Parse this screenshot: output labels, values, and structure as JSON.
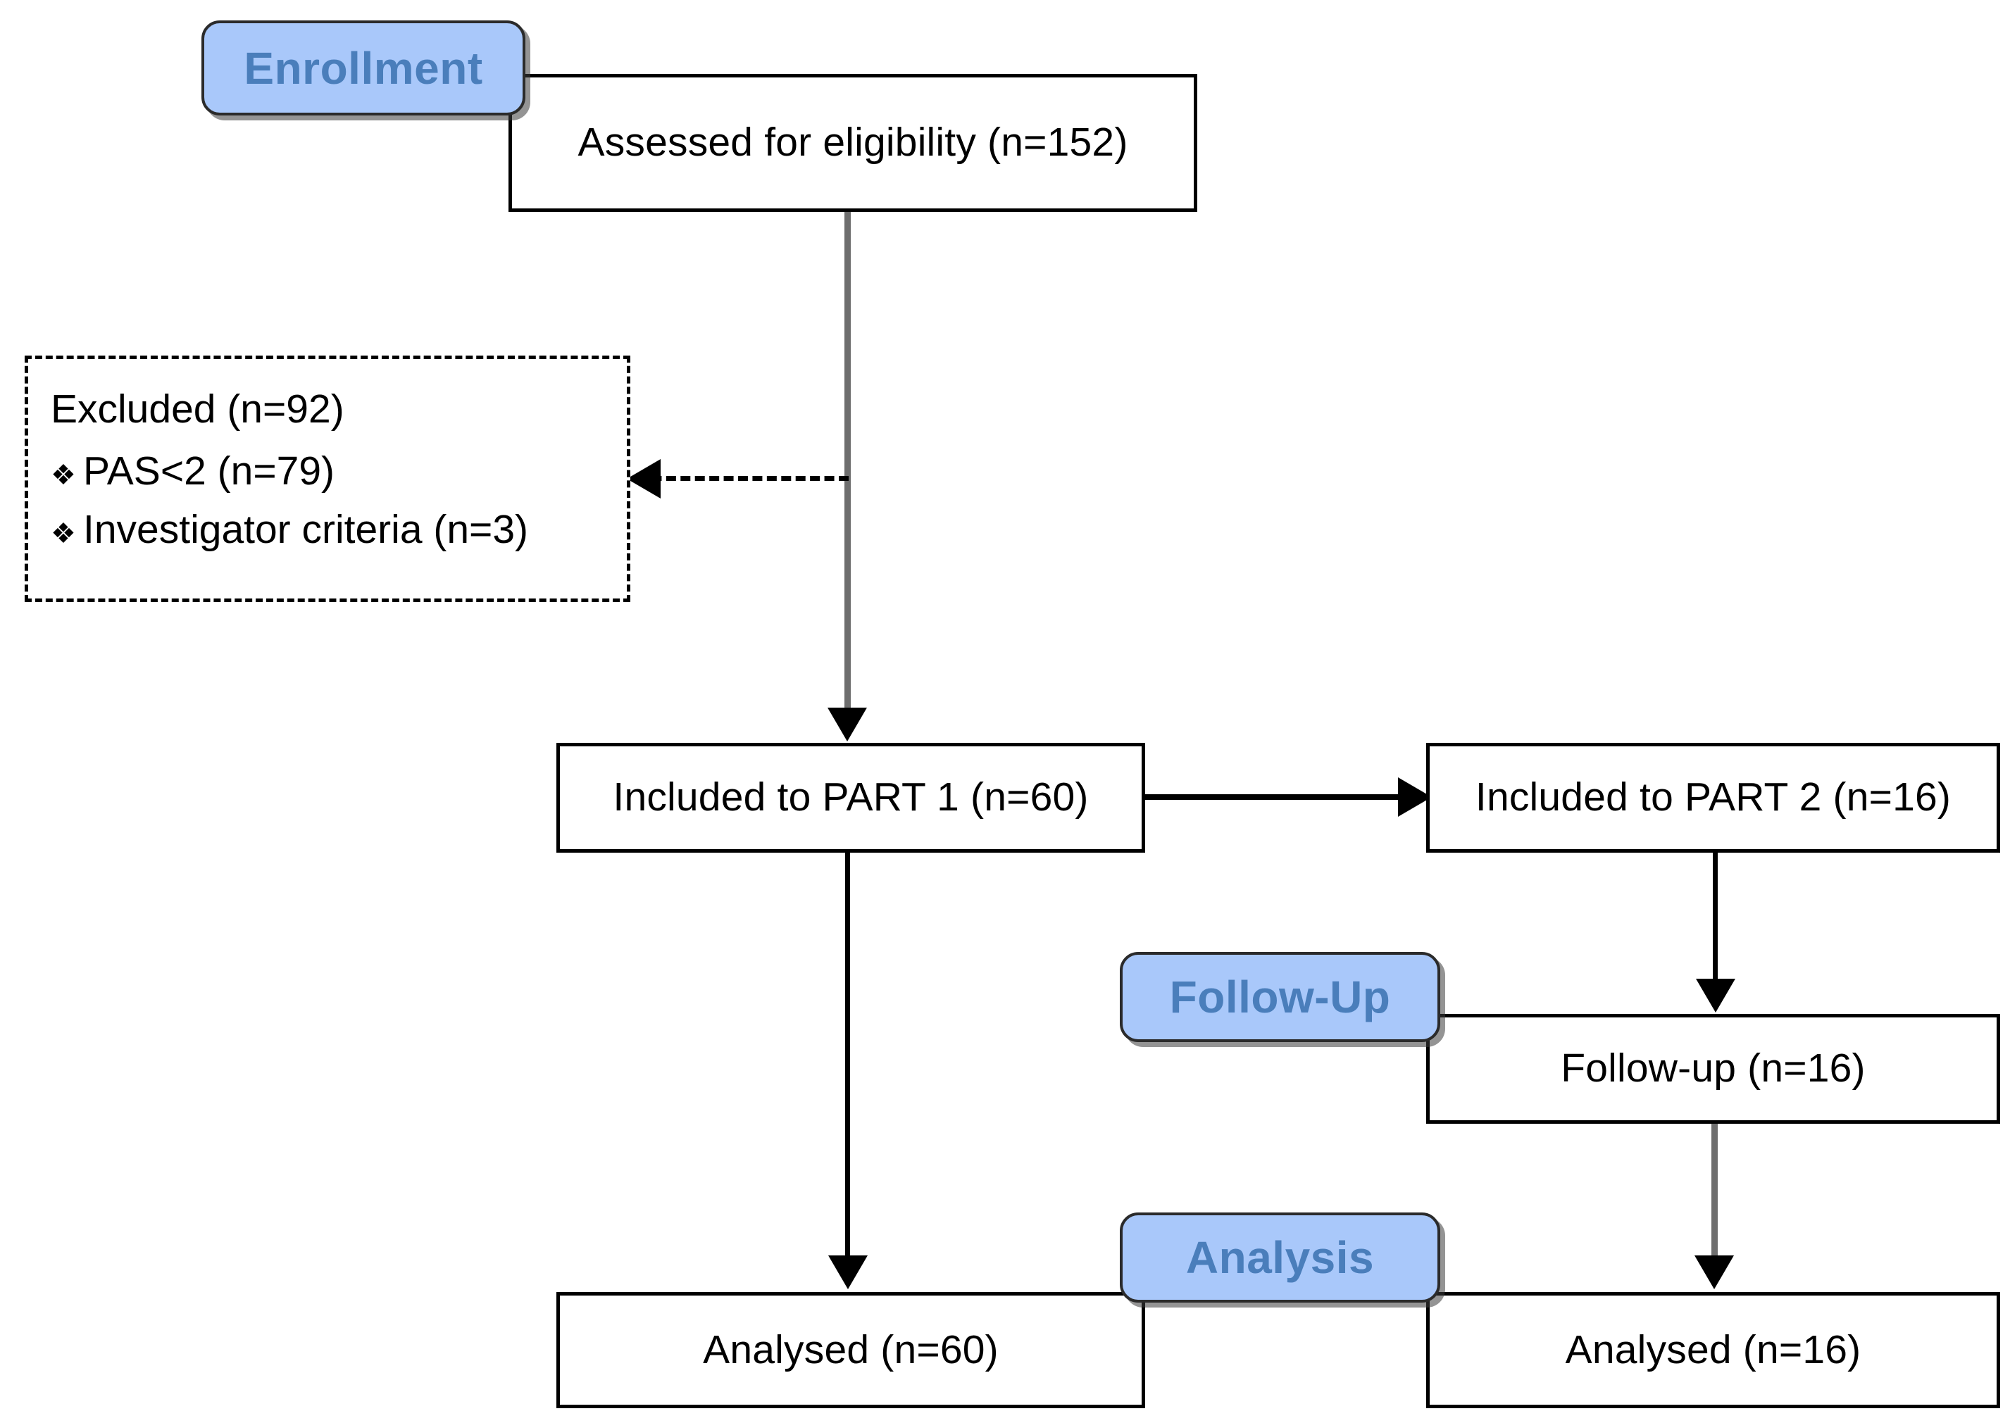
{
  "diagram": {
    "type": "consort-flow-diagram",
    "colors": {
      "badge_fill": "#a9c8fa",
      "badge_text": "#4a7ebb",
      "badge_border": "#2b2b2b",
      "box_border": "#000000",
      "box_fill": "#ffffff",
      "connector_black": "#000000",
      "connector_gray": "#6e6e6e"
    },
    "stages": [
      {
        "id": "enrollment",
        "label": "Enrollment"
      },
      {
        "id": "follow-up",
        "label": "Follow-Up"
      },
      {
        "id": "analysis",
        "label": "Analysis"
      }
    ],
    "nodes": {
      "assessed": {
        "label": "Assessed for eligibility (n=152)",
        "n": 152
      },
      "excluded": {
        "title": "Excluded (n=92)",
        "n": 92,
        "bullet_glyph": "❖",
        "reasons": [
          {
            "label": "PAS<2 (n=79)",
            "n": 79
          },
          {
            "label": "Investigator criteria (n=3)",
            "n": 3
          }
        ]
      },
      "included_part1": {
        "label": "Included to PART 1 (n=60)",
        "n": 60
      },
      "included_part2": {
        "label": "Included to PART 2 (n=16)",
        "n": 16
      },
      "followup": {
        "label": "Follow-up (n=16)",
        "n": 16
      },
      "analysed_part1": {
        "label": "Analysed (n=60)",
        "n": 60
      },
      "analysed_part2": {
        "label": "Analysed (n=16)",
        "n": 16
      }
    },
    "edges": [
      {
        "from": "assessed",
        "to": "excluded",
        "style": "dashed",
        "direction": "left"
      },
      {
        "from": "assessed",
        "to": "included_part1",
        "style": "solid-gray",
        "direction": "down"
      },
      {
        "from": "included_part1",
        "to": "included_part2",
        "style": "solid",
        "direction": "right"
      },
      {
        "from": "included_part1",
        "to": "analysed_part1",
        "style": "solid",
        "direction": "down"
      },
      {
        "from": "included_part2",
        "to": "followup",
        "style": "solid",
        "direction": "down"
      },
      {
        "from": "followup",
        "to": "analysed_part2",
        "style": "solid-gray",
        "direction": "down"
      }
    ]
  }
}
